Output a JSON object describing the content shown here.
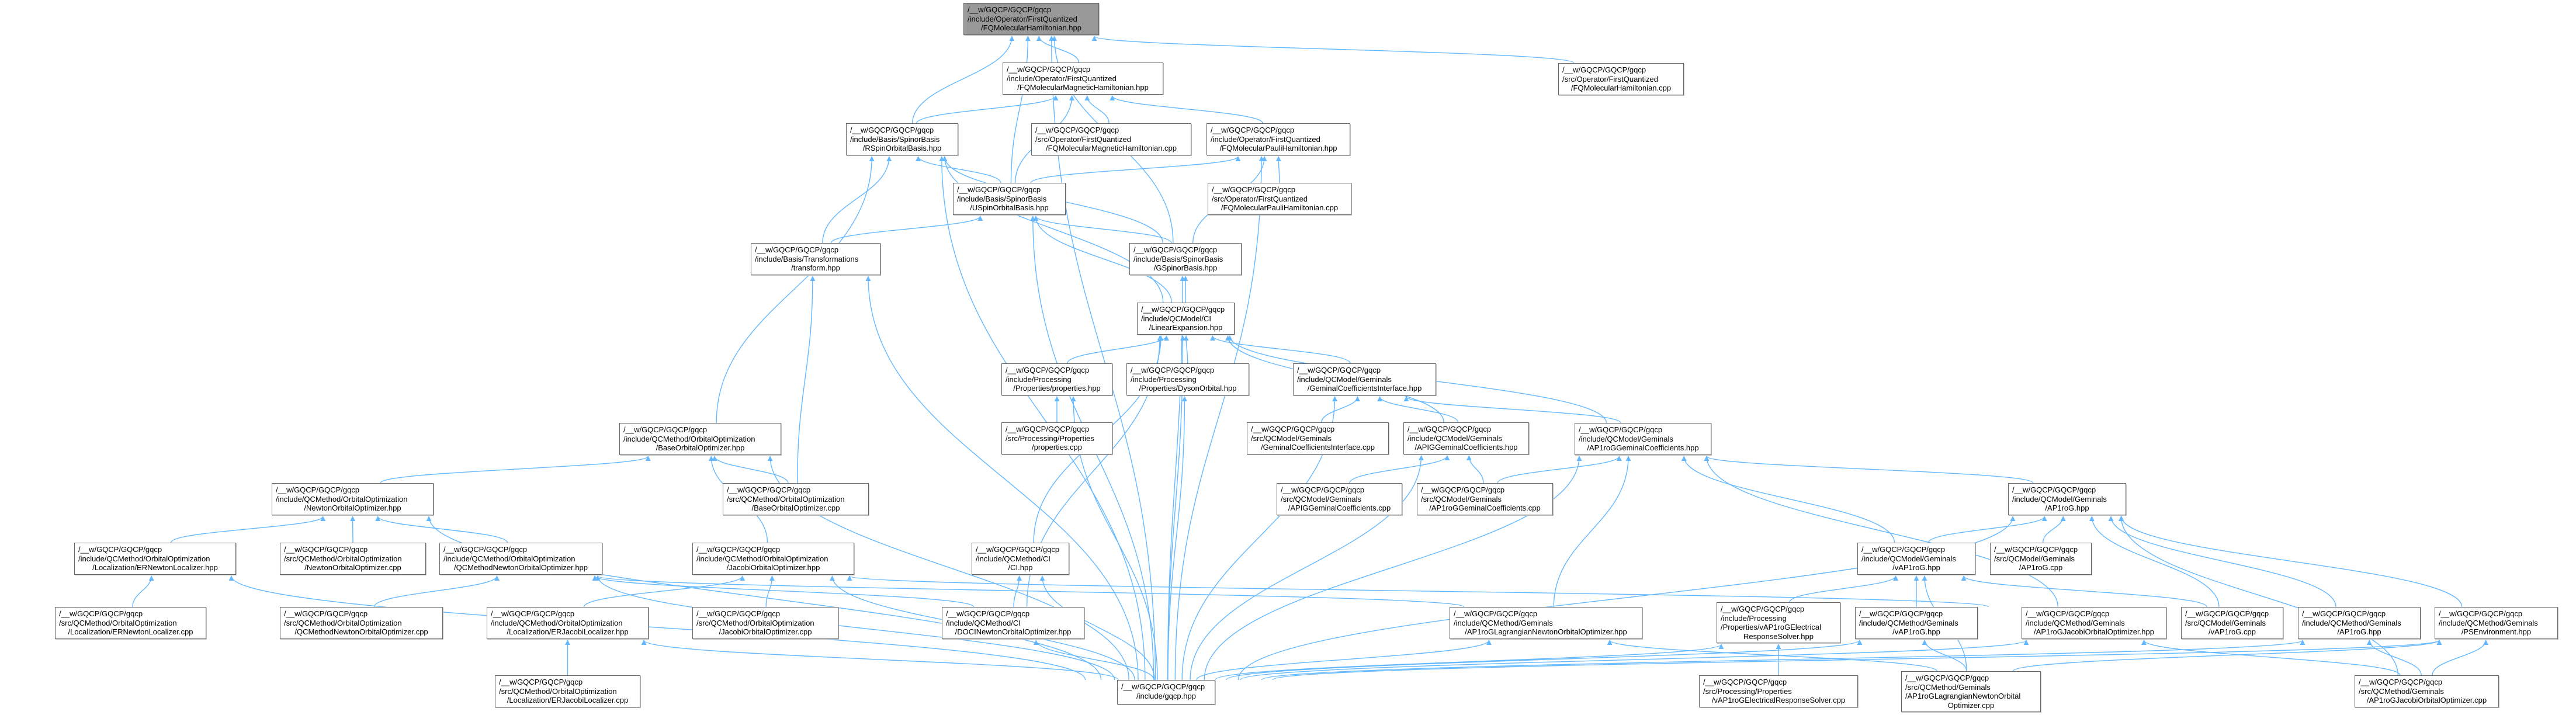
{
  "graph": {
    "title": "FQMolecularHamiltonian.hpp include dependency graph (included by)",
    "edge_color": "#63b8ff",
    "focus_fill": "#999999",
    "nodes": [
      {
        "id": "focus",
        "lines": [
          "/__w/GQCP/GQCP/gqcp",
          "/include/Operator/FirstQuantized",
          "/FQMolecularHamiltonian.hpp"
        ],
        "focus": true
      },
      {
        "id": "magnetic",
        "lines": [
          "/__w/GQCP/GQCP/gqcp",
          "/include/Operator/FirstQuantized",
          "/FQMolecularMagneticHamiltonian.hpp"
        ]
      },
      {
        "id": "fqh_cpp",
        "lines": [
          "/__w/GQCP/GQCP/gqcp",
          "/src/Operator/FirstQuantized",
          "/FQMolecularHamiltonian.cpp"
        ]
      },
      {
        "id": "rspin",
        "lines": [
          "/__w/GQCP/GQCP/gqcp",
          "/include/Basis/SpinorBasis",
          "/RSpinOrbitalBasis.hpp"
        ]
      },
      {
        "id": "magnetic_cpp",
        "lines": [
          "/__w/GQCP/GQCP/gqcp",
          "/src/Operator/FirstQuantized",
          "/FQMolecularMagneticHamiltonian.cpp"
        ]
      },
      {
        "id": "pauli",
        "lines": [
          "/__w/GQCP/GQCP/gqcp",
          "/include/Operator/FirstQuantized",
          "/FQMolecularPauliHamiltonian.hpp"
        ]
      },
      {
        "id": "uspin",
        "lines": [
          "/__w/GQCP/GQCP/gqcp",
          "/include/Basis/SpinorBasis",
          "/USpinOrbitalBasis.hpp"
        ]
      },
      {
        "id": "pauli_cpp",
        "lines": [
          "/__w/GQCP/GQCP/gqcp",
          "/src/Operator/FirstQuantized",
          "/FQMolecularPauliHamiltonian.cpp"
        ]
      },
      {
        "id": "transform",
        "lines": [
          "/__w/GQCP/GQCP/gqcp",
          "/include/Basis/Transformations",
          "/transform.hpp"
        ]
      },
      {
        "id": "gspinor",
        "lines": [
          "/__w/GQCP/GQCP/gqcp",
          "/include/Basis/SpinorBasis",
          "/GSpinorBasis.hpp"
        ]
      },
      {
        "id": "linear",
        "lines": [
          "/__w/GQCP/GQCP/gqcp",
          "/include/QCModel/CI",
          "/LinearExpansion.hpp"
        ]
      },
      {
        "id": "properties",
        "lines": [
          "/__w/GQCP/GQCP/gqcp",
          "/include/Processing",
          "/Properties/properties.hpp"
        ]
      },
      {
        "id": "dyson",
        "lines": [
          "/__w/GQCP/GQCP/gqcp",
          "/include/Processing",
          "/Properties/DysonOrbital.hpp"
        ]
      },
      {
        "id": "gem_iface",
        "lines": [
          "/__w/GQCP/GQCP/gqcp",
          "/include/QCModel/Geminals",
          "/GeminalCoefficientsInterface.hpp"
        ]
      },
      {
        "id": "base_opt",
        "lines": [
          "/__w/GQCP/GQCP/gqcp",
          "/include/QCMethod/OrbitalOptimization",
          "/BaseOrbitalOptimizer.hpp"
        ]
      },
      {
        "id": "properties_cpp",
        "lines": [
          "/__w/GQCP/GQCP/gqcp",
          "/src/Processing/Properties",
          "/properties.cpp"
        ]
      },
      {
        "id": "gem_iface_cpp",
        "lines": [
          "/__w/GQCP/GQCP/gqcp",
          "/src/QCModel/Geminals",
          "/GeminalCoefficientsInterface.cpp"
        ]
      },
      {
        "id": "apig",
        "lines": [
          "/__w/GQCP/GQCP/gqcp",
          "/include/QCModel/Geminals",
          "/APIGGeminalCoefficients.hpp"
        ]
      },
      {
        "id": "ap1rog_gc",
        "lines": [
          "/__w/GQCP/GQCP/gqcp",
          "/include/QCModel/Geminals",
          "/AP1roGGeminalCoefficients.hpp"
        ]
      },
      {
        "id": "newton_hpp",
        "lines": [
          "/__w/GQCP/GQCP/gqcp",
          "/include/QCMethod/OrbitalOptimization",
          "/NewtonOrbitalOptimizer.hpp"
        ]
      },
      {
        "id": "base_cpp",
        "lines": [
          "/__w/GQCP/GQCP/gqcp",
          "/src/QCMethod/OrbitalOptimization",
          "/BaseOrbitalOptimizer.cpp"
        ]
      },
      {
        "id": "apig_cpp",
        "lines": [
          "/__w/GQCP/GQCP/gqcp",
          "/src/QCModel/Geminals",
          "/APIGGeminalCoefficients.cpp"
        ]
      },
      {
        "id": "ap1rog_gc_cpp",
        "lines": [
          "/__w/GQCP/GQCP/gqcp",
          "/src/QCModel/Geminals",
          "/AP1roGGeminalCoefficients.cpp"
        ]
      },
      {
        "id": "ap1rog",
        "lines": [
          "/__w/GQCP/GQCP/gqcp",
          "/include/QCModel/Geminals",
          "/AP1roG.hpp"
        ]
      },
      {
        "id": "ernewton_hpp",
        "lines": [
          "/__w/GQCP/GQCP/gqcp",
          "/include/QCMethod/OrbitalOptimization",
          "/Localization/ERNewtonLocalizer.hpp"
        ]
      },
      {
        "id": "newton_cpp",
        "lines": [
          "/__w/GQCP/GQCP/gqcp",
          "/src/QCMethod/OrbitalOptimization",
          "/NewtonOrbitalOptimizer.cpp"
        ]
      },
      {
        "id": "qcm_newton",
        "lines": [
          "/__w/GQCP/GQCP/gqcp",
          "/include/QCMethod/OrbitalOptimization",
          "/QCMethodNewtonOrbitalOptimizer.hpp"
        ]
      },
      {
        "id": "jacobi_hpp",
        "lines": [
          "/__w/GQCP/GQCP/gqcp",
          "/include/QCMethod/OrbitalOptimization",
          "/JacobiOrbitalOptimizer.hpp"
        ]
      },
      {
        "id": "ci",
        "lines": [
          "/__w/GQCP/GQCP/gqcp",
          "/include/QCMethod/CI",
          "/CI.hpp"
        ]
      },
      {
        "id": "vap1rog_model",
        "lines": [
          "/__w/GQCP/GQCP/gqcp",
          "/include/QCModel/Geminals",
          "/vAP1roG.hpp"
        ]
      },
      {
        "id": "ap1rog_cpp",
        "lines": [
          "/__w/GQCP/GQCP/gqcp",
          "/src/QCModel/Geminals",
          "/AP1roG.cpp"
        ]
      },
      {
        "id": "ernewton_cpp",
        "lines": [
          "/__w/GQCP/GQCP/gqcp",
          "/src/QCMethod/OrbitalOptimization",
          "/Localization/ERNewtonLocalizer.cpp"
        ]
      },
      {
        "id": "qcm_newton_cpp",
        "lines": [
          "/__w/GQCP/GQCP/gqcp",
          "/src/QCMethod/OrbitalOptimization",
          "/QCMethodNewtonOrbitalOptimizer.cpp"
        ]
      },
      {
        "id": "erjacobi_hpp",
        "lines": [
          "/__w/GQCP/GQCP/gqcp",
          "/include/QCMethod/OrbitalOptimization",
          "/Localization/ERJacobiLocalizer.hpp"
        ]
      },
      {
        "id": "jacobi_cpp",
        "lines": [
          "/__w/GQCP/GQCP/gqcp",
          "/src/QCMethod/OrbitalOptimization",
          "/JacobiOrbitalOptimizer.cpp"
        ]
      },
      {
        "id": "doci",
        "lines": [
          "/__w/GQCP/GQCP/gqcp",
          "/include/QCMethod/CI",
          "/DOCINewtonOrbitalOptimizer.hpp"
        ]
      },
      {
        "id": "lag_hpp",
        "lines": [
          "/__w/GQCP/GQCP/gqcp",
          "/include/QCMethod/Geminals",
          "/AP1roGLagrangianNewtonOrbitalOptimizer.hpp"
        ]
      },
      {
        "id": "vap1rog_ers",
        "lines": [
          "/__w/GQCP/GQCP/gqcp",
          "/include/Processing",
          "/Properties/vAP1roGElectrical",
          "ResponseSolver.hpp"
        ]
      },
      {
        "id": "qcm_vap1rog",
        "lines": [
          "/__w/GQCP/GQCP/gqcp",
          "/include/QCMethod/Geminals",
          "/vAP1roG.hpp"
        ]
      },
      {
        "id": "ap1rog_jac_hpp",
        "lines": [
          "/__w/GQCP/GQCP/gqcp",
          "/include/QCMethod/Geminals",
          "/AP1roGJacobiOrbitalOptimizer.hpp"
        ]
      },
      {
        "id": "vap1rog_cpp",
        "lines": [
          "/__w/GQCP/GQCP/gqcp",
          "/src/QCModel/Geminals",
          "/vAP1roG.cpp"
        ]
      },
      {
        "id": "qcm_ap1rog",
        "lines": [
          "/__w/GQCP/GQCP/gqcp",
          "/include/QCMethod/Geminals",
          "/AP1roG.hpp"
        ]
      },
      {
        "id": "psenv",
        "lines": [
          "/__w/GQCP/GQCP/gqcp",
          "/include/QCMethod/Geminals",
          "/PSEnvironment.hpp"
        ]
      },
      {
        "id": "erjacobi_cpp",
        "lines": [
          "/__w/GQCP/GQCP/gqcp",
          "/src/QCMethod/OrbitalOptimization",
          "/Localization/ERJacobiLocalizer.cpp"
        ]
      },
      {
        "id": "gqcp",
        "lines": [
          "/__w/GQCP/GQCP/gqcp",
          "/include/gqcp.hpp"
        ]
      },
      {
        "id": "ers_cpp",
        "lines": [
          "/__w/GQCP/GQCP/gqcp",
          "/src/Processing/Properties",
          "/vAP1roGElectricalResponseSolver.cpp"
        ]
      },
      {
        "id": "lag_cpp",
        "lines": [
          "/__w/GQCP/GQCP/gqcp",
          "/src/QCMethod/Geminals",
          "/AP1roGLagrangianNewtonOrbital",
          "Optimizer.cpp"
        ]
      },
      {
        "id": "ap1rog_jac_cpp",
        "lines": [
          "/__w/GQCP/GQCP/gqcp",
          "/src/QCMethod/Geminals",
          "/AP1roGJacobiOrbitalOptimizer.cpp"
        ]
      }
    ],
    "edges": [
      [
        "magnetic",
        "focus"
      ],
      [
        "rspin",
        "focus"
      ],
      [
        "uspin",
        "focus"
      ],
      [
        "gspinor",
        "focus"
      ],
      [
        "fqh_cpp",
        "focus"
      ],
      [
        "gqcp",
        "focus"
      ],
      [
        "rspin",
        "magnetic"
      ],
      [
        "uspin",
        "magnetic"
      ],
      [
        "magnetic_cpp",
        "magnetic"
      ],
      [
        "pauli",
        "magnetic"
      ],
      [
        "uspin",
        "pauli"
      ],
      [
        "gspinor",
        "pauli"
      ],
      [
        "pauli_cpp",
        "pauli"
      ],
      [
        "gqcp",
        "pauli"
      ],
      [
        "uspin",
        "rspin"
      ],
      [
        "transform",
        "rspin"
      ],
      [
        "gspinor",
        "rspin"
      ],
      [
        "linear",
        "rspin"
      ],
      [
        "base_opt",
        "rspin"
      ],
      [
        "gqcp",
        "rspin"
      ],
      [
        "transform",
        "uspin"
      ],
      [
        "gspinor",
        "uspin"
      ],
      [
        "linear",
        "uspin"
      ],
      [
        "gqcp",
        "uspin"
      ],
      [
        "linear",
        "gspinor"
      ],
      [
        "gqcp",
        "gspinor"
      ],
      [
        "base_cpp",
        "transform"
      ],
      [
        "gqcp",
        "transform"
      ],
      [
        "properties",
        "linear"
      ],
      [
        "dyson",
        "linear"
      ],
      [
        "gem_iface",
        "linear"
      ],
      [
        "apig",
        "linear"
      ],
      [
        "ap1rog_gc",
        "linear"
      ],
      [
        "ci",
        "linear"
      ],
      [
        "doci",
        "linear"
      ],
      [
        "gqcp",
        "linear"
      ],
      [
        "properties_cpp",
        "properties"
      ],
      [
        "gqcp",
        "properties"
      ],
      [
        "gqcp",
        "dyson"
      ],
      [
        "gem_iface_cpp",
        "gem_iface"
      ],
      [
        "apig",
        "gem_iface"
      ],
      [
        "ap1rog_gc",
        "gem_iface"
      ],
      [
        "gqcp",
        "gem_iface"
      ],
      [
        "apig_cpp",
        "apig"
      ],
      [
        "ap1rog_gc_cpp",
        "apig"
      ],
      [
        "gqcp",
        "apig"
      ],
      [
        "ap1rog_gc_cpp",
        "ap1rog_gc"
      ],
      [
        "ap1rog",
        "ap1rog_gc"
      ],
      [
        "vap1rog_model",
        "ap1rog_gc"
      ],
      [
        "lag_hpp",
        "ap1rog_gc"
      ],
      [
        "ap1rog_jac_hpp",
        "ap1rog_gc"
      ],
      [
        "gqcp",
        "ap1rog_gc"
      ],
      [
        "ap1rog_cpp",
        "ap1rog"
      ],
      [
        "vap1rog_model",
        "ap1rog"
      ],
      [
        "vap1rog_cpp",
        "ap1rog"
      ],
      [
        "qcm_ap1rog",
        "ap1rog"
      ],
      [
        "psenv",
        "ap1rog"
      ],
      [
        "ap1rog_jac_cpp",
        "ap1rog"
      ],
      [
        "gqcp",
        "ap1rog"
      ],
      [
        "vap1rog_ers",
        "vap1rog_model"
      ],
      [
        "qcm_vap1rog",
        "vap1rog_model"
      ],
      [
        "vap1rog_cpp",
        "vap1rog_model"
      ],
      [
        "lag_cpp",
        "vap1rog_model"
      ],
      [
        "ers_cpp",
        "vap1rog_ers"
      ],
      [
        "gqcp",
        "vap1rog_ers"
      ],
      [
        "lag_cpp",
        "qcm_vap1rog"
      ],
      [
        "gqcp",
        "qcm_vap1rog"
      ],
      [
        "ap1rog_jac_cpp",
        "ap1rog_jac_hpp"
      ],
      [
        "gqcp",
        "ap1rog_jac_hpp"
      ],
      [
        "ap1rog_jac_cpp",
        "qcm_ap1rog"
      ],
      [
        "gqcp",
        "qcm_ap1rog"
      ],
      [
        "lag_cpp",
        "psenv"
      ],
      [
        "ap1rog_jac_cpp",
        "psenv"
      ],
      [
        "gqcp",
        "psenv"
      ],
      [
        "lag_cpp",
        "lag_hpp"
      ],
      [
        "gqcp",
        "lag_hpp"
      ],
      [
        "newton_hpp",
        "base_opt"
      ],
      [
        "base_cpp",
        "base_opt"
      ],
      [
        "jacobi_hpp",
        "base_opt"
      ],
      [
        "gqcp",
        "base_opt"
      ],
      [
        "ernewton_hpp",
        "newton_hpp"
      ],
      [
        "newton_cpp",
        "newton_hpp"
      ],
      [
        "qcm_newton",
        "newton_hpp"
      ],
      [
        "gqcp",
        "newton_hpp"
      ],
      [
        "qcm_newton_cpp",
        "qcm_newton"
      ],
      [
        "doci",
        "qcm_newton"
      ],
      [
        "lag_hpp",
        "qcm_newton"
      ],
      [
        "gqcp",
        "qcm_newton"
      ],
      [
        "ernewton_cpp",
        "ernewton_hpp"
      ],
      [
        "gqcp",
        "ernewton_hpp"
      ],
      [
        "erjacobi_hpp",
        "jacobi_hpp"
      ],
      [
        "jacobi_cpp",
        "jacobi_hpp"
      ],
      [
        "ap1rog_jac_hpp",
        "jacobi_hpp"
      ],
      [
        "gqcp",
        "jacobi_hpp"
      ],
      [
        "erjacobi_cpp",
        "erjacobi_hpp"
      ],
      [
        "gqcp",
        "erjacobi_hpp"
      ],
      [
        "doci",
        "ci"
      ],
      [
        "gqcp",
        "ci"
      ],
      [
        "gqcp",
        "doci"
      ]
    ]
  }
}
